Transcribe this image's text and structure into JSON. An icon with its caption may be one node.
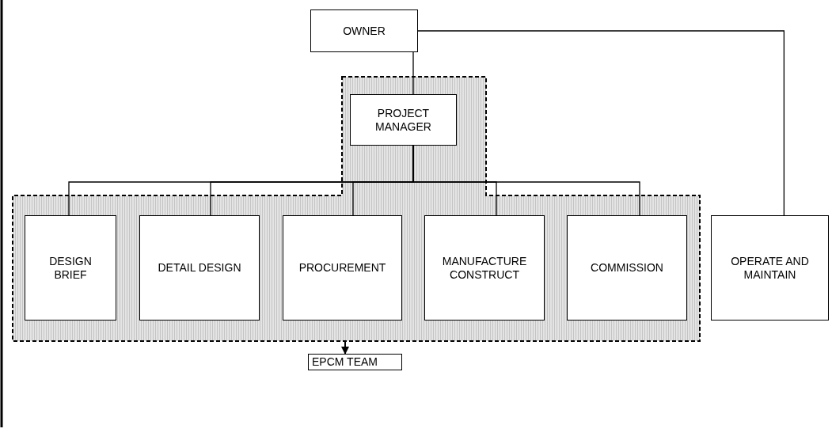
{
  "diagram": {
    "nodes": [
      {
        "text": [
          "OWNER"
        ]
      },
      {
        "text": [],
        "shape": "box"
      },
      {
        "text": [
          "PROJECT MANAGER"
        ],
        "in": 1
      },
      {
        "text": [
          "DESIGN BRIEF"
        ],
        "in": 1
      },
      {
        "text": [
          "DETAIL DESIGN"
        ],
        "in": 1
      },
      {
        "text": [
          "PROCUREMENT"
        ],
        "in": 1
      },
      {
        "text": [
          "MANUFACTURE CONSTRUCT"
        ],
        "in": 1
      },
      {
        "text": [
          "COMMISSION"
        ],
        "in": 1
      },
      {
        "text": [
          "OPERATE AND MAINTAIN"
        ]
      },
      {
        "text": [
          "EPCM TEAM"
        ]
      }
    ],
    "edges": [
      {
        "from": 0,
        "to": 2,
        "arrow": "none"
      },
      {
        "from": 0,
        "to": 8,
        "arrow": "none"
      },
      {
        "from": 2,
        "to": 3,
        "arrow": "none"
      },
      {
        "from": 2,
        "to": 4,
        "arrow": "none"
      },
      {
        "from": 2,
        "to": 5,
        "arrow": "none"
      },
      {
        "from": 2,
        "to": 6,
        "arrow": "none"
      },
      {
        "from": 2,
        "to": 7,
        "arrow": "none"
      },
      {
        "from": 1,
        "to": 9,
        "arrow": "to"
      }
    ]
  }
}
